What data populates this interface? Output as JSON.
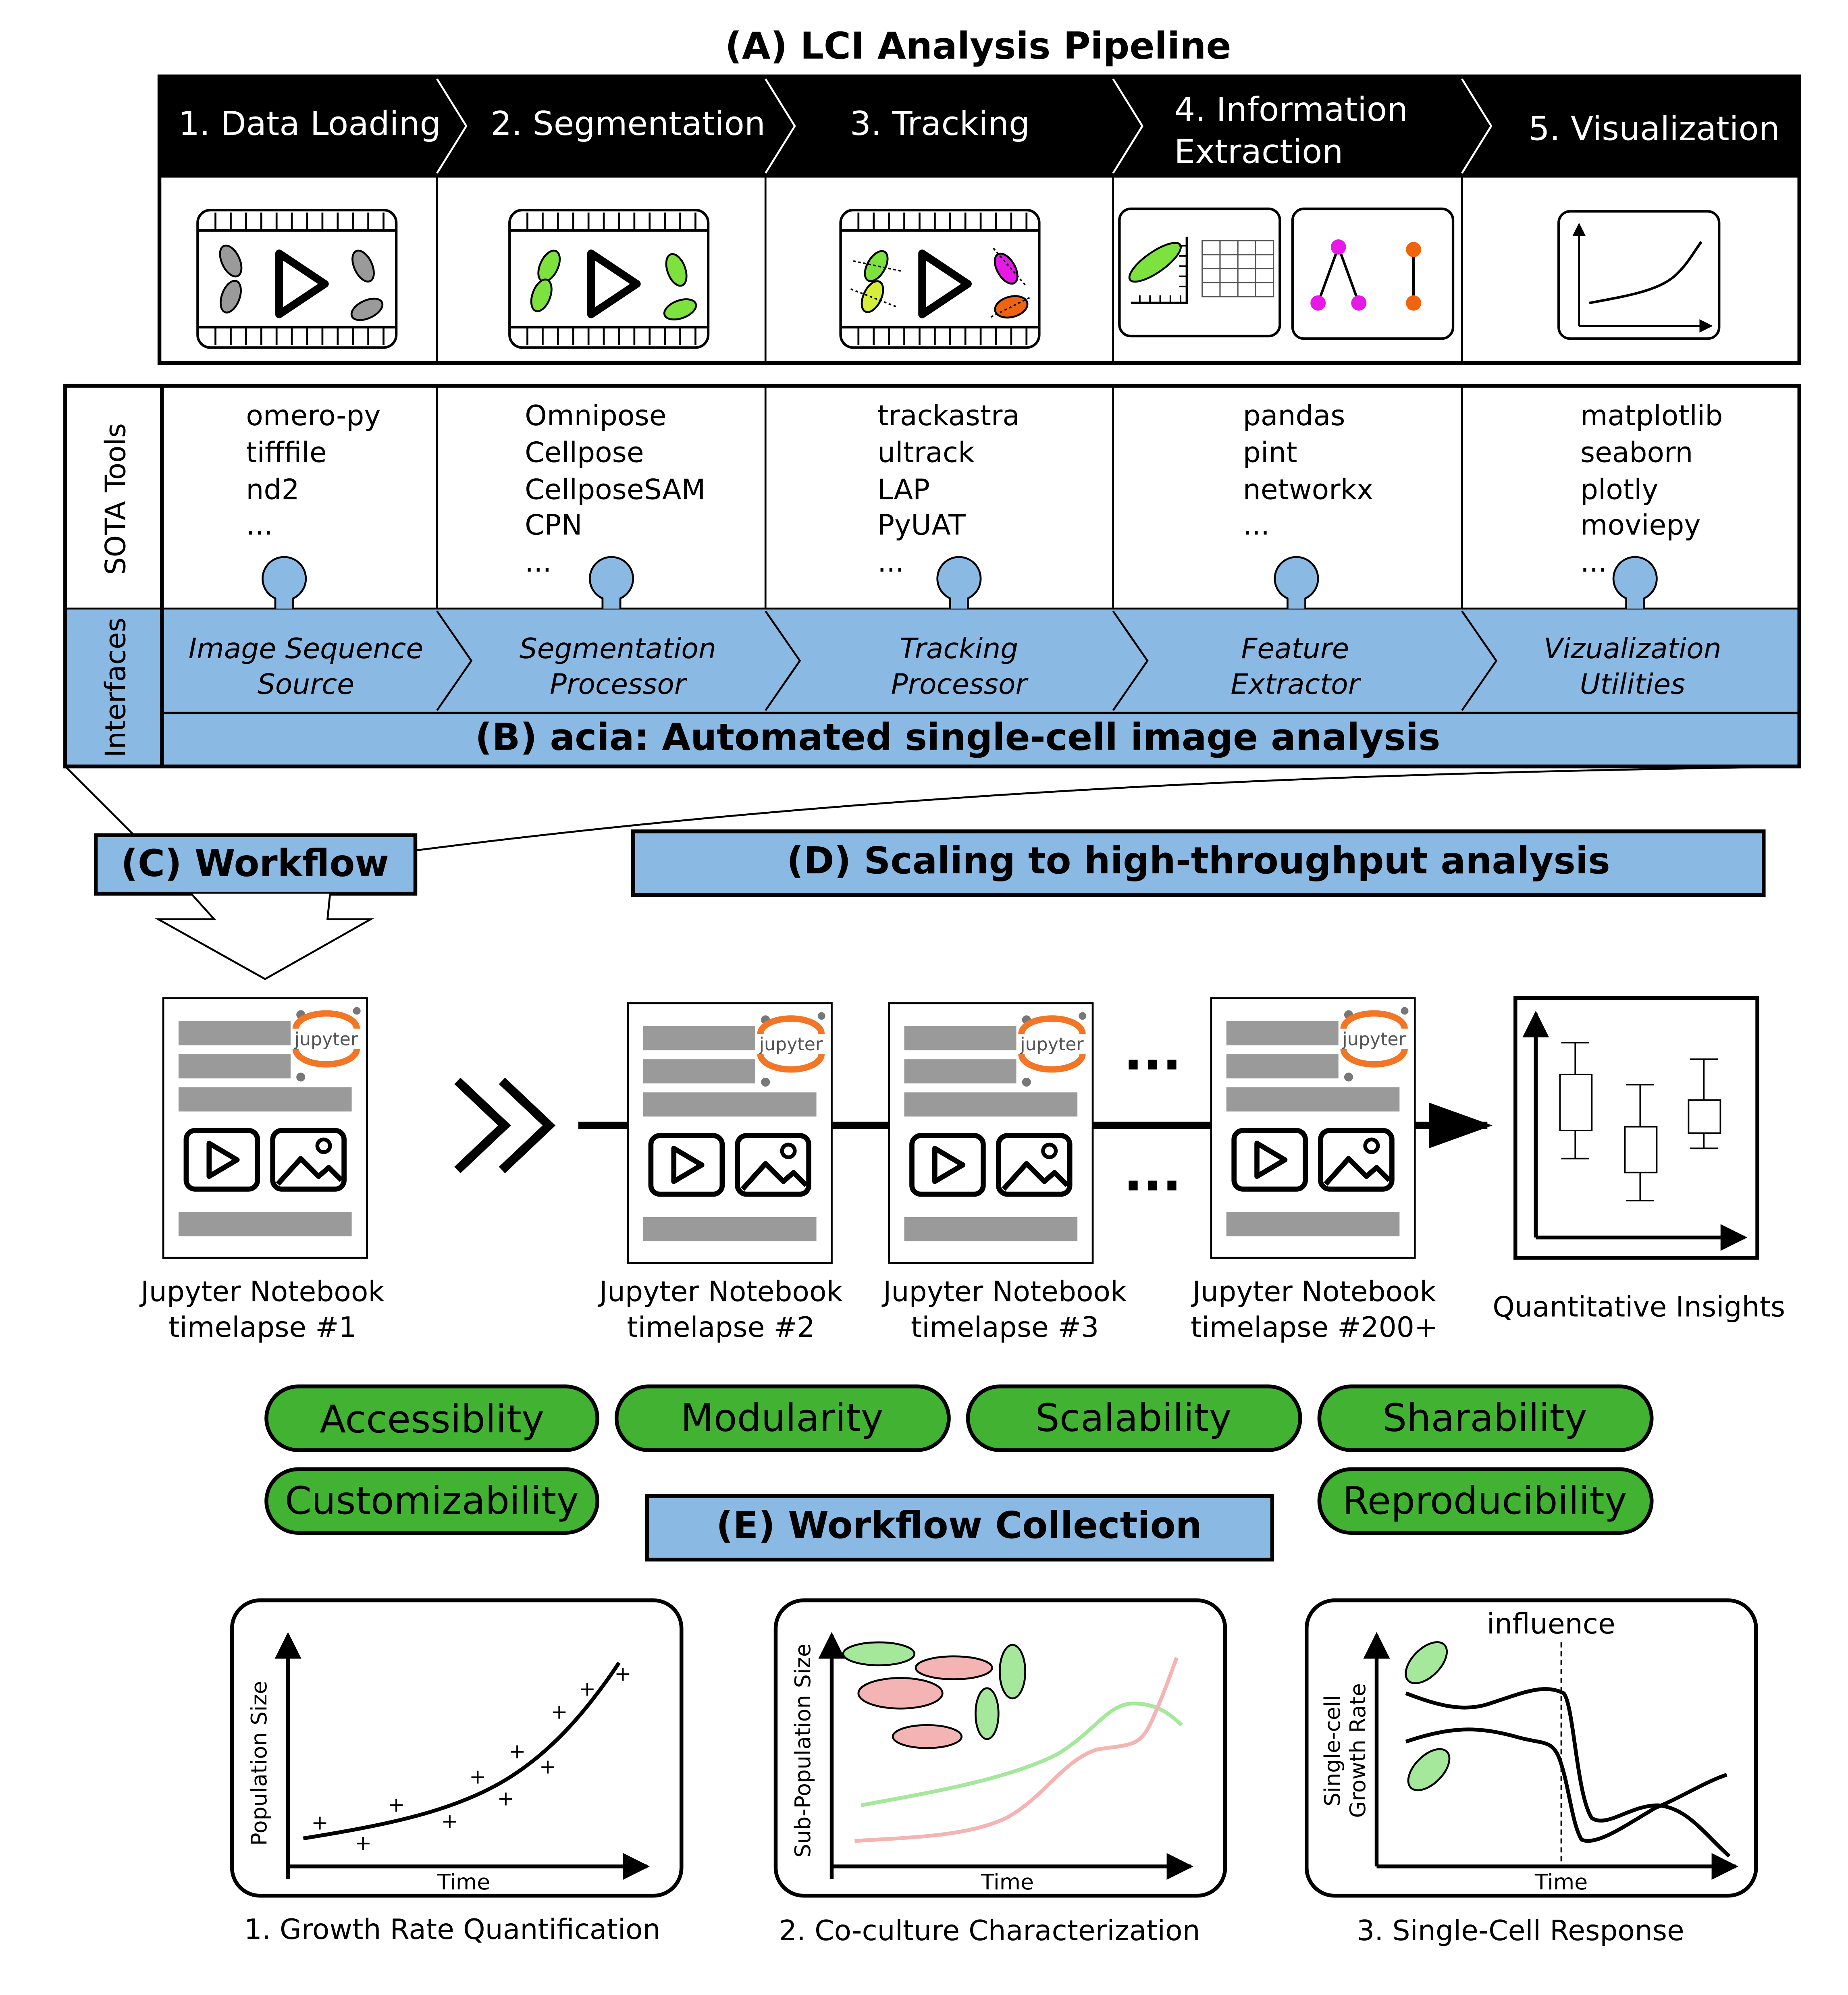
{
  "pipeline": {
    "title": "(A) LCI Analysis Pipeline",
    "steps": [
      "1. Data Loading",
      "2. Segmentation",
      "3. Tracking",
      "4. Information",
      "Extraction",
      "5. Visualization"
    ]
  },
  "acia": {
    "side_tools": "SOTA Tools",
    "side_interfaces": "Interfaces",
    "banner": "(B) acia: Automated single-cell image analysis",
    "tools": [
      [
        "omero-py",
        "tifffile",
        "nd2",
        "..."
      ],
      [
        "Omnipose",
        "Cellpose",
        "CellposeSAM",
        "CPN",
        "..."
      ],
      [
        "trackastra",
        "ultrack",
        "LAP",
        "PyUAT",
        "..."
      ],
      [
        "pandas",
        "pint",
        "networkx",
        "..."
      ],
      [
        "matplotlib",
        "seaborn",
        "plotly",
        "moviepy",
        "..."
      ]
    ],
    "interfaces": [
      [
        "Image Sequence",
        "Source"
      ],
      [
        "Segmentation",
        "Processor"
      ],
      [
        "Tracking",
        "Processor"
      ],
      [
        "Feature",
        "Extractor"
      ],
      [
        "Vizualization",
        "Utilities"
      ]
    ]
  },
  "workflow": {
    "title": "(C) Workflow",
    "notebook_logo": "jupyter",
    "notebook_title": "Jupyter Notebook",
    "timelapse_1": "timelapse #1"
  },
  "scaling": {
    "title": "(D) Scaling to high-throughput analysis",
    "notebooks": [
      "timelapse #2",
      "timelapse #3",
      "timelapse #200+"
    ],
    "dots": "...",
    "insights": "Quantitative Insights"
  },
  "properties": [
    "Accessiblity",
    "Modularity",
    "Scalability",
    "Sharability",
    "Customizability",
    "Reproducibility"
  ],
  "collection": {
    "title": "(E) Workflow Collection",
    "panels": [
      {
        "ylabel": "Population Size",
        "xlabel": "Time",
        "caption": "1. Growth Rate Quantification"
      },
      {
        "ylabel": "Sub-Population Size",
        "xlabel": "Time",
        "caption": "2. Co-culture Characterization"
      },
      {
        "ylabel_1": "Single-cell",
        "ylabel_2": "Growth Rate",
        "xlabel": "Time",
        "annotation": "influence",
        "caption": "3. Single-Cell Response"
      }
    ]
  },
  "colors": {
    "black": "#000000",
    "blue": "#8ab9e4",
    "green": "#42b232",
    "grey": "#9a9a9a",
    "jupyter_orange": "#f37626",
    "magenta": "#e619e6",
    "orange": "#f0640f",
    "cell_green": "#a5e89b",
    "cell_red": "#f4b4b4"
  }
}
